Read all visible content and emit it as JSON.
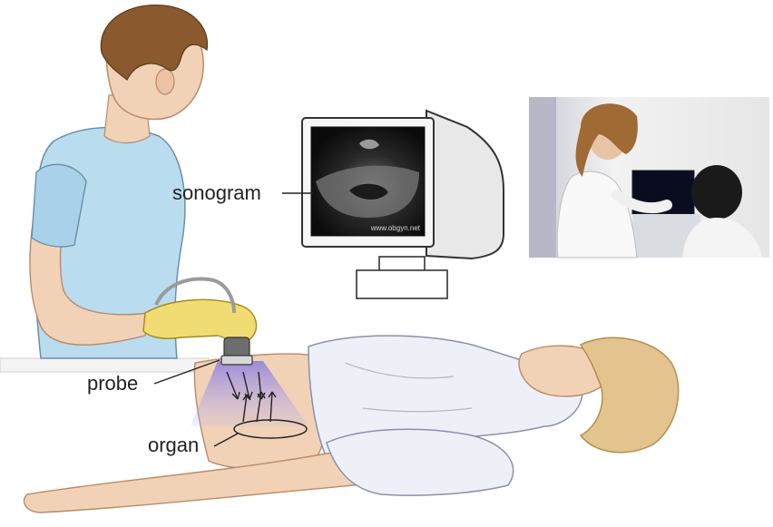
{
  "labels": {
    "sonogram": "sonogram",
    "probe": "probe",
    "organ": "organ"
  },
  "monitor_watermark": "www.obgyn.net",
  "colors": {
    "skin": "#f1d2b6",
    "skin_shadow": "#d9a784",
    "hair_examiner": "#8a5a2e",
    "hair_patient": "#e3c48f",
    "shirt_examiner": "#b9dcef",
    "gown_patient": "#eef0f7",
    "glove": "#f1dc73",
    "ultrasound_tint": "#9b8ee0",
    "monitor_body": "#f3f3f3",
    "screen": "#111111",
    "line": "#333333"
  }
}
